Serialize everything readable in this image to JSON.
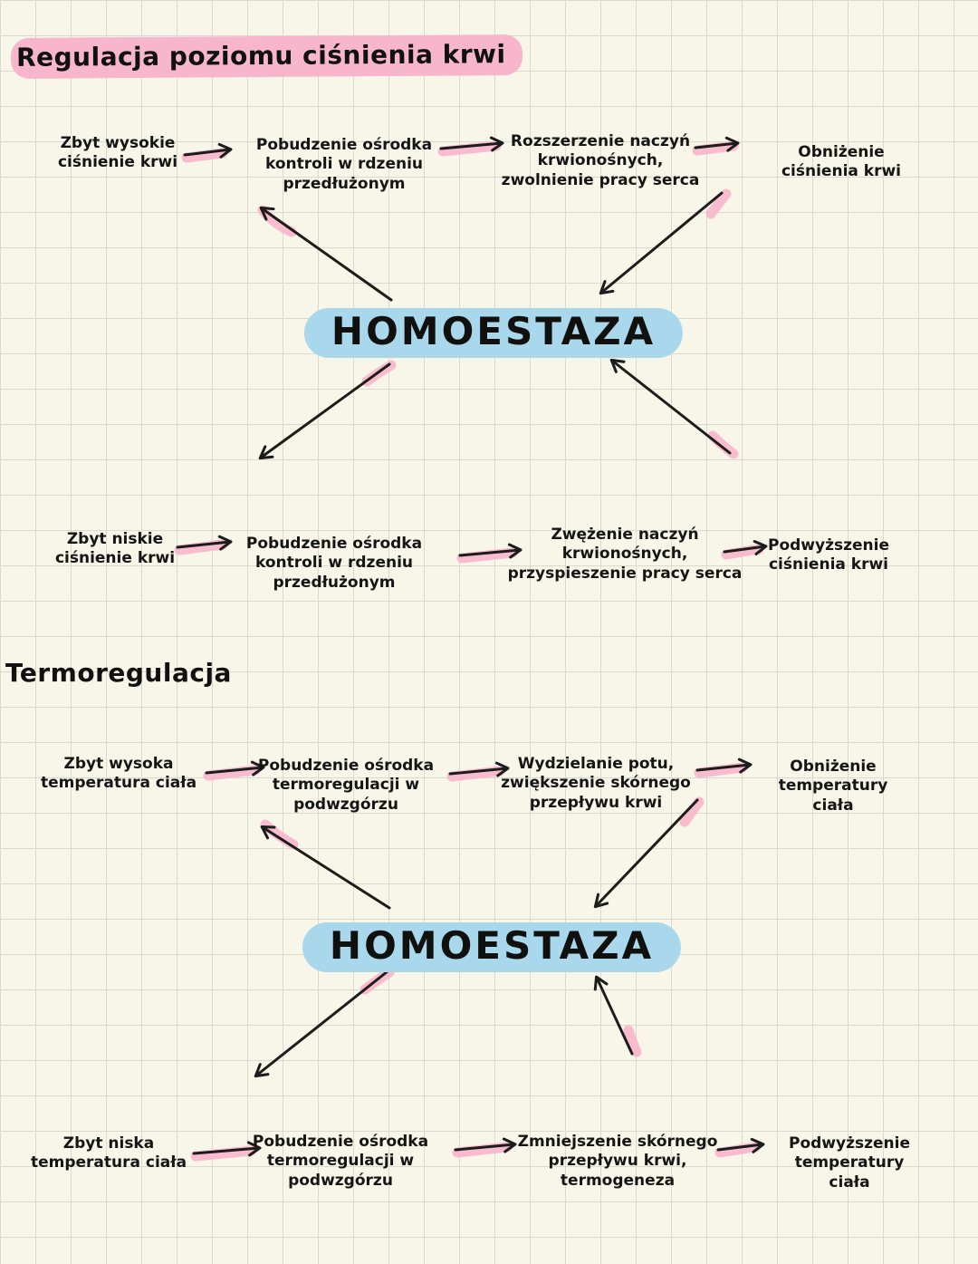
{
  "sections": [
    {
      "title": "Regulacja poziomu ciśnienia krwi"
    },
    {
      "title": "Termoregulacja"
    }
  ],
  "homeostasis_label": "HOMOESTAZA",
  "colors": {
    "highlight_pink": "#f8b6cc",
    "highlight_blue": "#a9d8ec",
    "ink": "#1c1c1c",
    "paper": "#f8f6e9",
    "grid": "#dbdacf"
  },
  "flows": [
    {
      "id": "high-blood-pressure",
      "steps": [
        "Zbyt wysokie\nciśnienie krwi",
        "Pobudzenie ośrodka\nkontroli w rdzeniu\nprzedłużonym",
        "Rozszerzenie naczyń\nkrwionośnych,\nzwolnienie pracy serca",
        "Obniżenie ciśnienia krwi"
      ]
    },
    {
      "id": "low-blood-pressure",
      "steps": [
        "Zbyt niskie\nciśnienie krwi",
        "Pobudzenie ośrodka\nkontroli w rdzeniu\nprzedłużonym",
        "Zwężenie naczyń\nkrwionośnych,\nprzyspieszenie pracy serca",
        "Podwyższenie\nciśnienia krwi"
      ]
    },
    {
      "id": "high-body-temperature",
      "steps": [
        "Zbyt wysoka\ntemperatura ciała",
        "Pobudzenie ośrodka\ntermoregulacji w\npodwzgórzu",
        "Wydzielanie potu,\nzwiększenie skórnego\nprzepływu krwi",
        "Obniżenie\ntemperatury ciała"
      ]
    },
    {
      "id": "low-body-temperature",
      "steps": [
        "Zbyt niska\ntemperatura ciała",
        "Pobudzenie ośrodka\ntermoregulacji w\npodwzgórzu",
        "Zmniejszenie skórnego\nprzepływu krwi,\ntermogeneza",
        "Podwyższenie\ntemperatury ciała"
      ]
    }
  ]
}
